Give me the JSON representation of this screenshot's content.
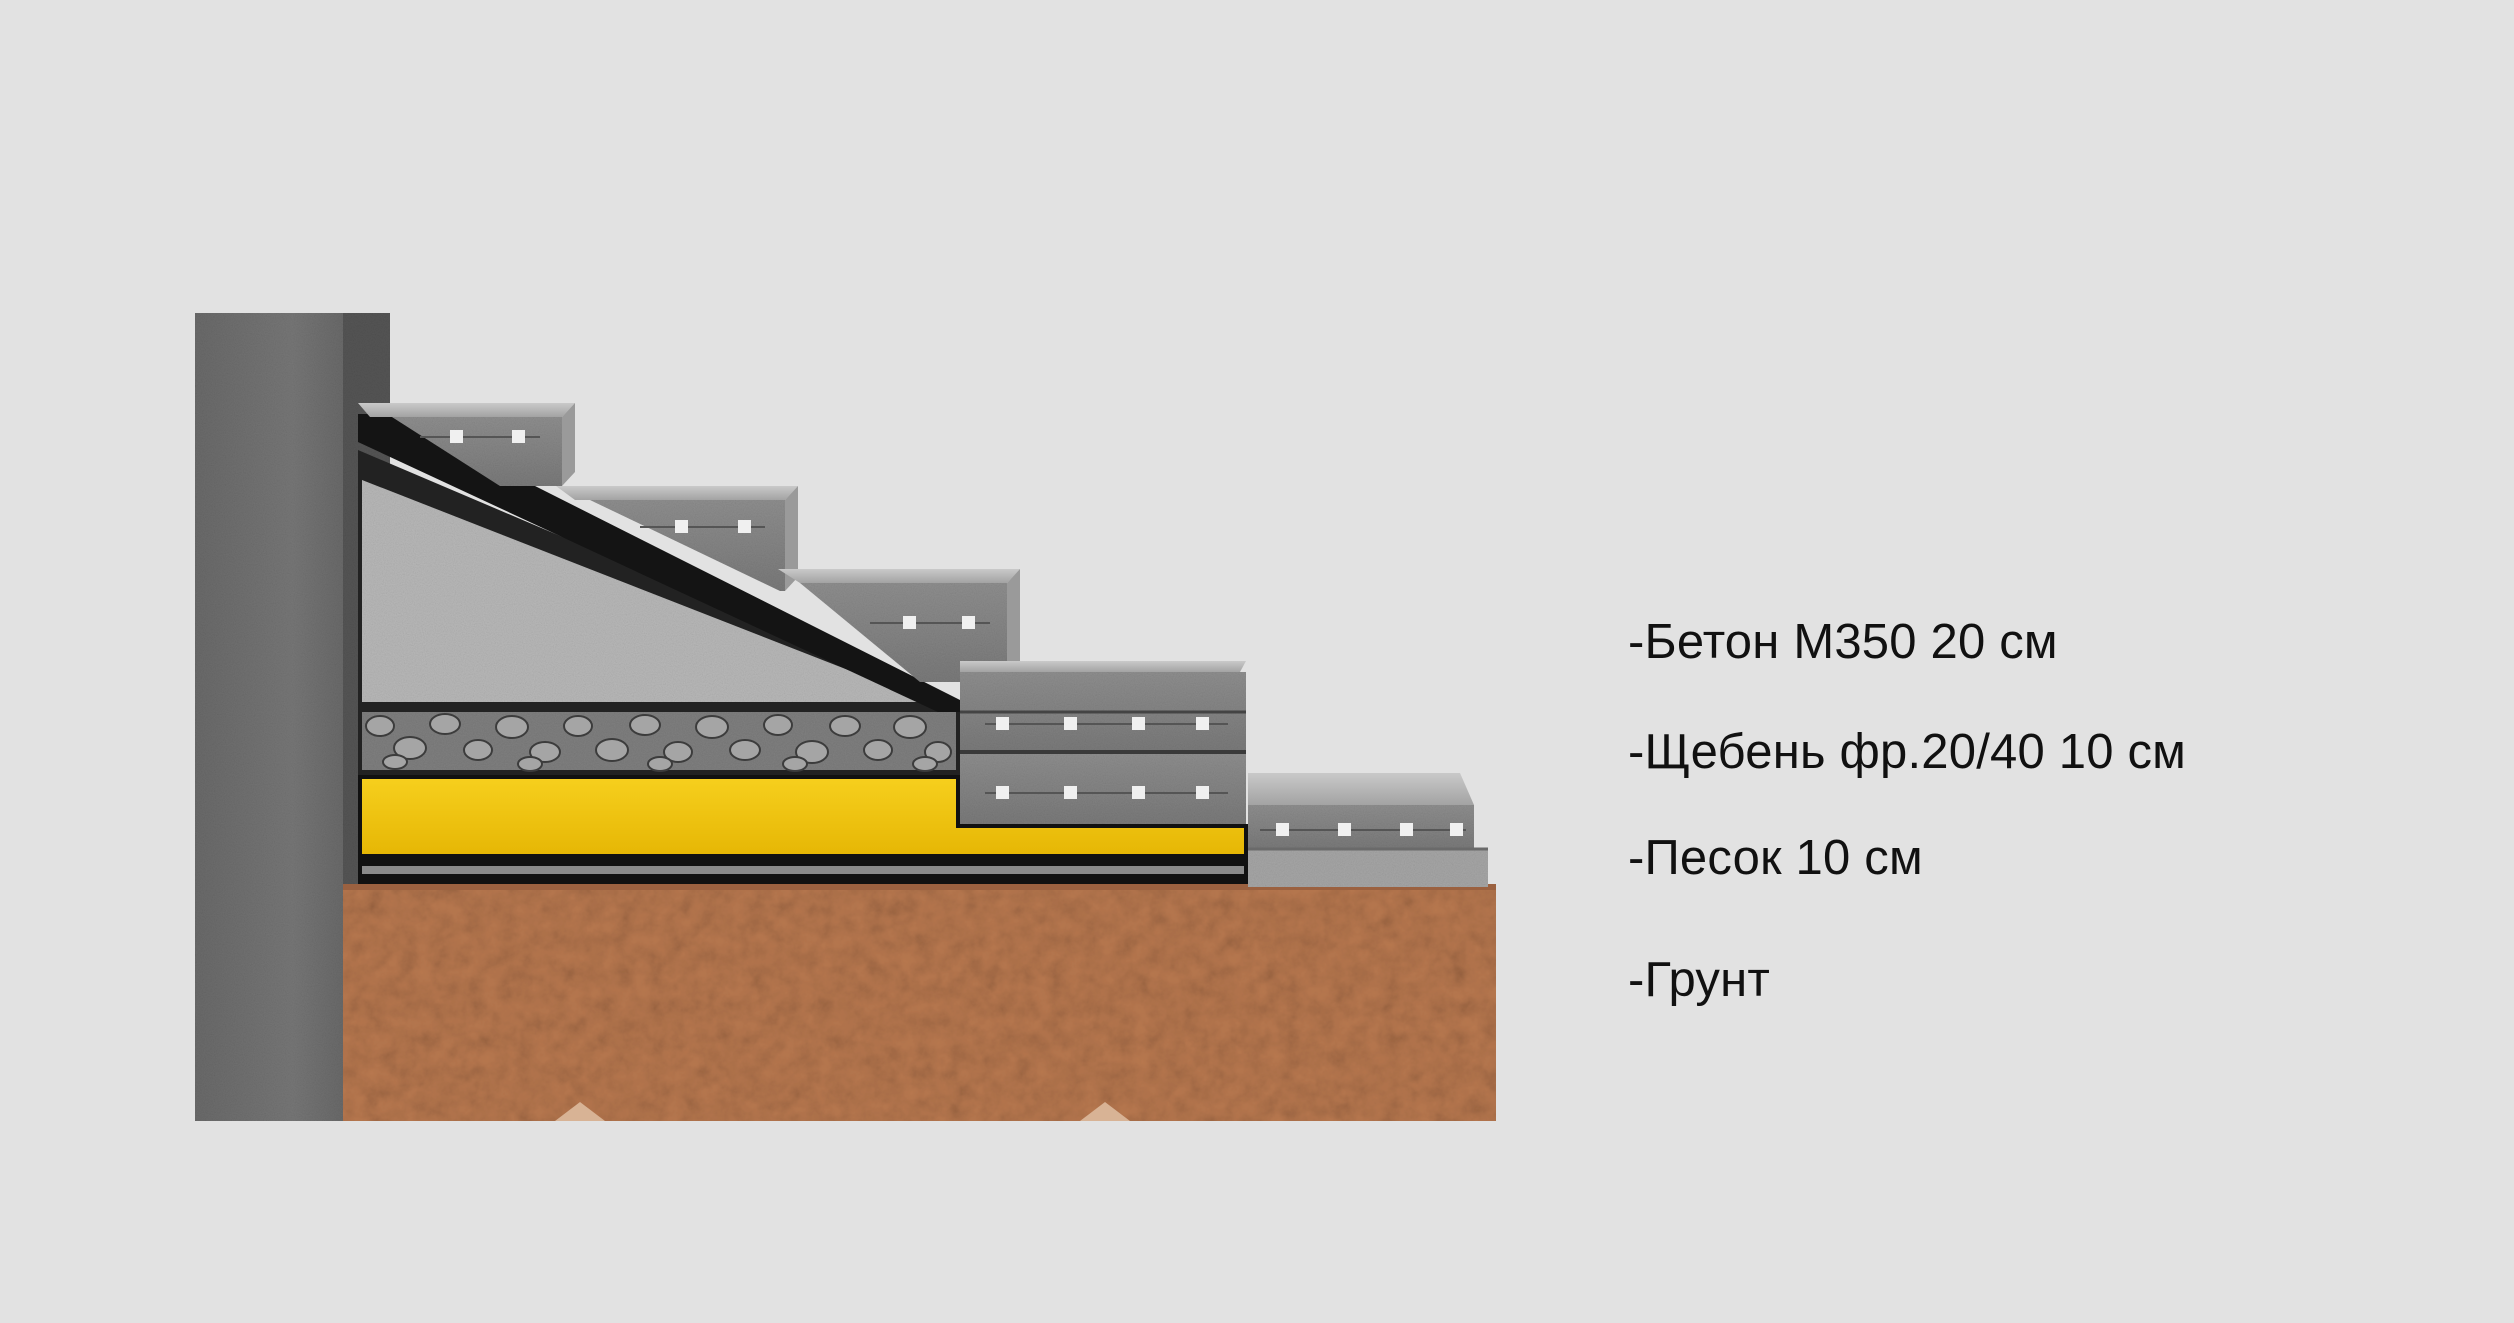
{
  "legend": {
    "items": [
      {
        "label": "-Бетон М350 20 см"
      },
      {
        "label": "-Щебень фр.20/40 10 см"
      },
      {
        "label": "-Песок 10 см"
      },
      {
        "label": "-Грунт"
      }
    ]
  },
  "colors": {
    "background": "#e2e2e2",
    "concrete": "#a9a9a9",
    "concrete_dark": "#5c5c5c",
    "sand_yellow": "#f2c40f",
    "soil": "#b8784f",
    "wall": "#707070",
    "membrane": "#111111",
    "gravel": "#8a8a8a"
  }
}
